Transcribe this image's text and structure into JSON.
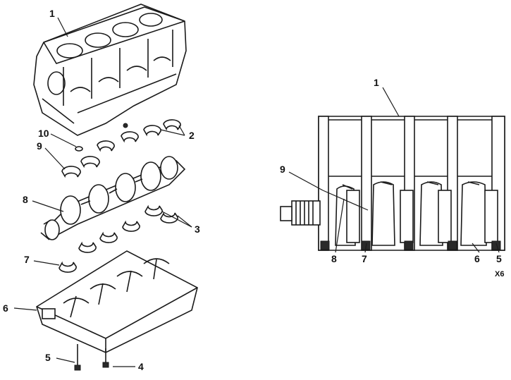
{
  "exploded_view": {
    "labels": {
      "l1": "1",
      "l2": "2",
      "l3": "3",
      "l4": "4",
      "l5": "5",
      "l6": "6",
      "l7": "7",
      "l8": "8",
      "l9": "9",
      "l10": "10"
    }
  },
  "section_view": {
    "labels": {
      "l1": "1",
      "l9": "9",
      "l8": "8",
      "l7": "7",
      "l6": "6",
      "l5": "5"
    },
    "figure_code": "X6"
  }
}
